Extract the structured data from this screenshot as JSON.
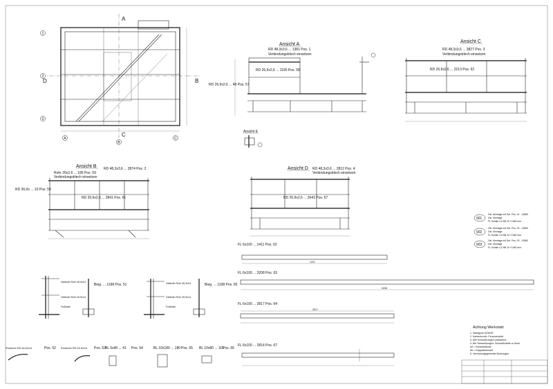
{
  "plan": {
    "section_top": "A",
    "section_bottom": "C",
    "section_left": "D",
    "section_right": "B",
    "row_markers_left": [
      "1",
      "2",
      "3"
    ],
    "col_markers_bottom": [
      "A",
      "B",
      "C"
    ]
  },
  "views": {
    "a": {
      "title": "Ansicht A",
      "note_top": "RD 48,3x3,6 ... 1381 Pos. 1",
      "note_mid": "RD 26,9x2,6 ... 1195 Pos. 58",
      "note_left": "RD 26,9x2,6 ... 48 Pos. 57",
      "sub": "Verbindungsblech einsetzen"
    },
    "b": {
      "title": "Ansicht B",
      "note_top": "RD 48,3x3,6 ... 2874 Pos. 2",
      "note_left": "Rohr 26x2,6 ... 185 Pos. 59",
      "note_far": "RD 26,9x ... 10 Pos. 59",
      "note_mid": "RD 26,9x2,6 ... 2841 Pos. 61",
      "sub": "Verbindungsblech einsetzen"
    },
    "c": {
      "title": "Ansicht C",
      "note_top": "RD 48,3x3,6 ... 3827 Pos. 3",
      "note_mid": "RD 26,9x2,6 ... 2213 Pos. 62",
      "sub": "Verbindungsblech einsetzen"
    },
    "d": {
      "title": "Ansicht D",
      "note_top": "RD 48,3x3,6 ... 2812 Pos. 4",
      "note_mid": "RD 26,9x2,6 ... 2643 Pos. 57",
      "sub": "Verbindungsblech einsetzen"
    },
    "e": {
      "title": "Ansicht E"
    }
  },
  "profiles": [
    {
      "label": "FL 6x100 ... 1411 Pos. 62",
      "dim": "1411"
    },
    {
      "label": "FL 6x100 ... 3208 Pos. 63",
      "dim": "3208"
    },
    {
      "label": "FL 6x100 ... 2817 Pos. 64",
      "dim": "2817"
    },
    {
      "label": "FL 6x100 ... 2814 Pos. 67",
      "dim": "2814"
    }
  ],
  "details": [
    {
      "label": "Bieg. ... 1198 Pos. 51",
      "n1": "Geländer Rohr 48,3x3,6",
      "n2": "Geländer Rohr 26,9x2,6",
      "n3": "Fußleiste"
    },
    {
      "label": "Bieg. ... 1198 Pos. 65",
      "n1": "Geländer Rohr 48,3x3,6",
      "n2": "Geländer Rohr 26,9x2,6",
      "n3": "Fußleiste"
    }
  ],
  "parts_row": [
    {
      "label": "Rundrohr RD 48,3x3,6",
      "pos": "Pos. 52"
    },
    {
      "label": "Rundrohr RD 26,9x2,6",
      "pos": "Pos. 53"
    },
    {
      "label": "BL 5x40 ... 41",
      "pos": "Pos. 54"
    },
    {
      "label": "BL 10x180 ... 180",
      "pos": "Pos. 55"
    },
    {
      "label": "BL 10x80 ... 115",
      "pos": "Pos. 66"
    }
  ],
  "welds": [
    {
      "id": "901",
      "lines": [
        "Gel. Montage mit Gel. Pos. 01 - 12860",
        "Gel. Montage",
        "FL Schale 4,0 Mit 10 +1060 mm"
      ]
    },
    {
      "id": "902",
      "lines": [
        "Gel. Montage mit Gel. Pos. 02 - 12860",
        "Gel. Montage",
        "FL Schale 4,0 Mit 10 +1060 mm"
      ]
    },
    {
      "id": "903",
      "lines": [
        "Gel. Montage mit Gel. Pos. 03 - 12860",
        "Gel. Montage",
        "FL Schale 4,0 Mit 10 +1060 mm"
      ]
    }
  ],
  "notes": {
    "title": "Achtung Werkstatt:",
    "items": [
      "1. Stahlguss S235JR",
      "2. Kantenbruch: Feuerverzinkt",
      "3. Alle Schweißungen umlaufend",
      "4. Bei Schweißungen: Schweißnähte a=3mm",
      "   a3 = Kehlnahtdicke",
      "   a5 = Doppelkehlnaht",
      "5. Verzinkungsgerechte Bohrungen"
    ]
  }
}
